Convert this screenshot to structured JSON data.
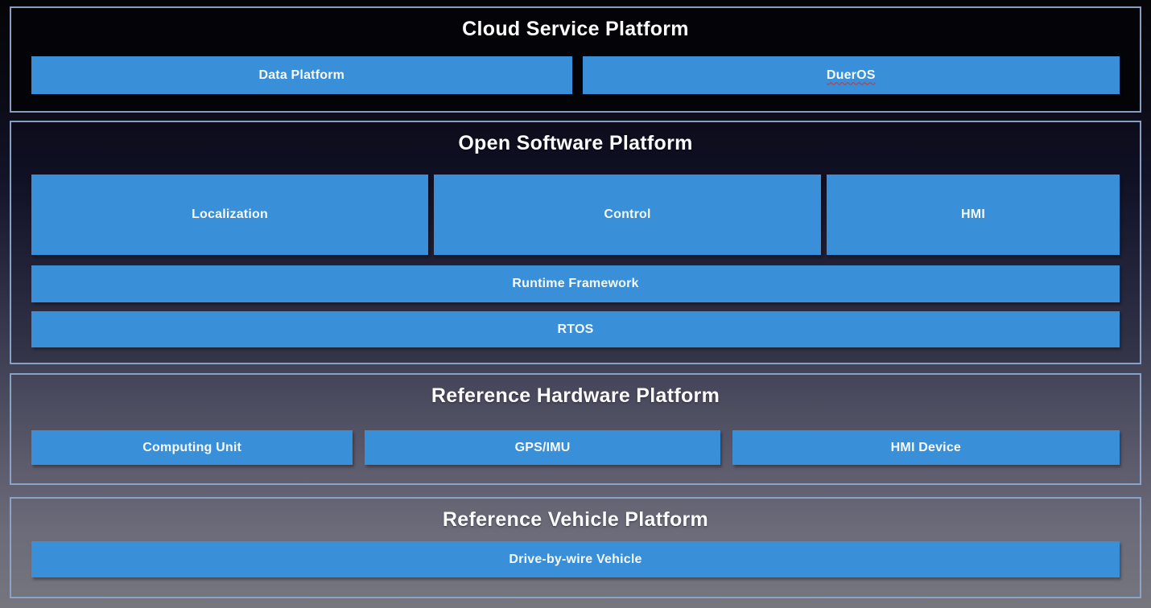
{
  "diagram": {
    "kind": "layered-architecture-diagram",
    "colors": {
      "block_blue": "#3990d8",
      "section_border": "#8da6ca",
      "title_text": "#fbfbfd",
      "block_text": "#f6f9fc",
      "spellcheck_underline": "#e12a1c",
      "background_top": "#050508",
      "background_bottom": "#76767f"
    },
    "sections": [
      {
        "title": "Cloud Service Platform",
        "boxes": [
          "Data Platform",
          "DuerOS"
        ],
        "note": "DuerOS shows a red wavy spell-check underline"
      },
      {
        "title": "Open Software Platform",
        "modules": [
          "Localization",
          "Control",
          "HMI"
        ],
        "layers": [
          "Runtime Framework",
          "RTOS"
        ]
      },
      {
        "title": "Reference Hardware Platform",
        "boxes": [
          "Computing Unit",
          "GPS/IMU",
          "HMI Device"
        ]
      },
      {
        "title": "Reference Vehicle Platform",
        "boxes": [
          "Drive-by-wire Vehicle"
        ]
      }
    ]
  }
}
